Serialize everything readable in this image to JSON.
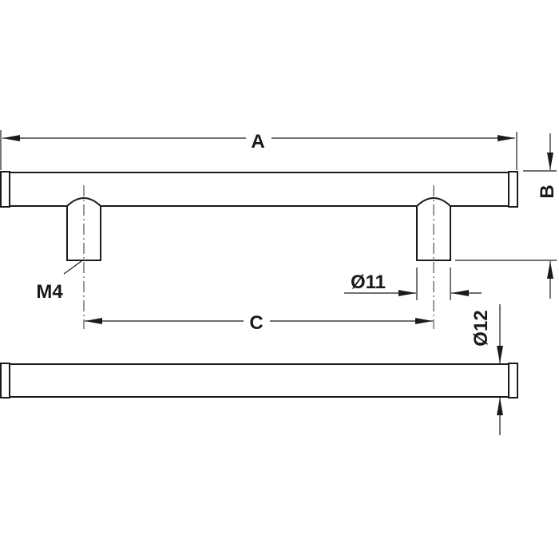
{
  "diagram": {
    "labels": {
      "length": "A",
      "projection": "B",
      "hole_centers": "C",
      "thread": "M4",
      "leg_diameter": "Ø11",
      "bar_diameter": "Ø12"
    },
    "colors": {
      "line": "#1a1a1a",
      "background": "#ffffff"
    }
  }
}
